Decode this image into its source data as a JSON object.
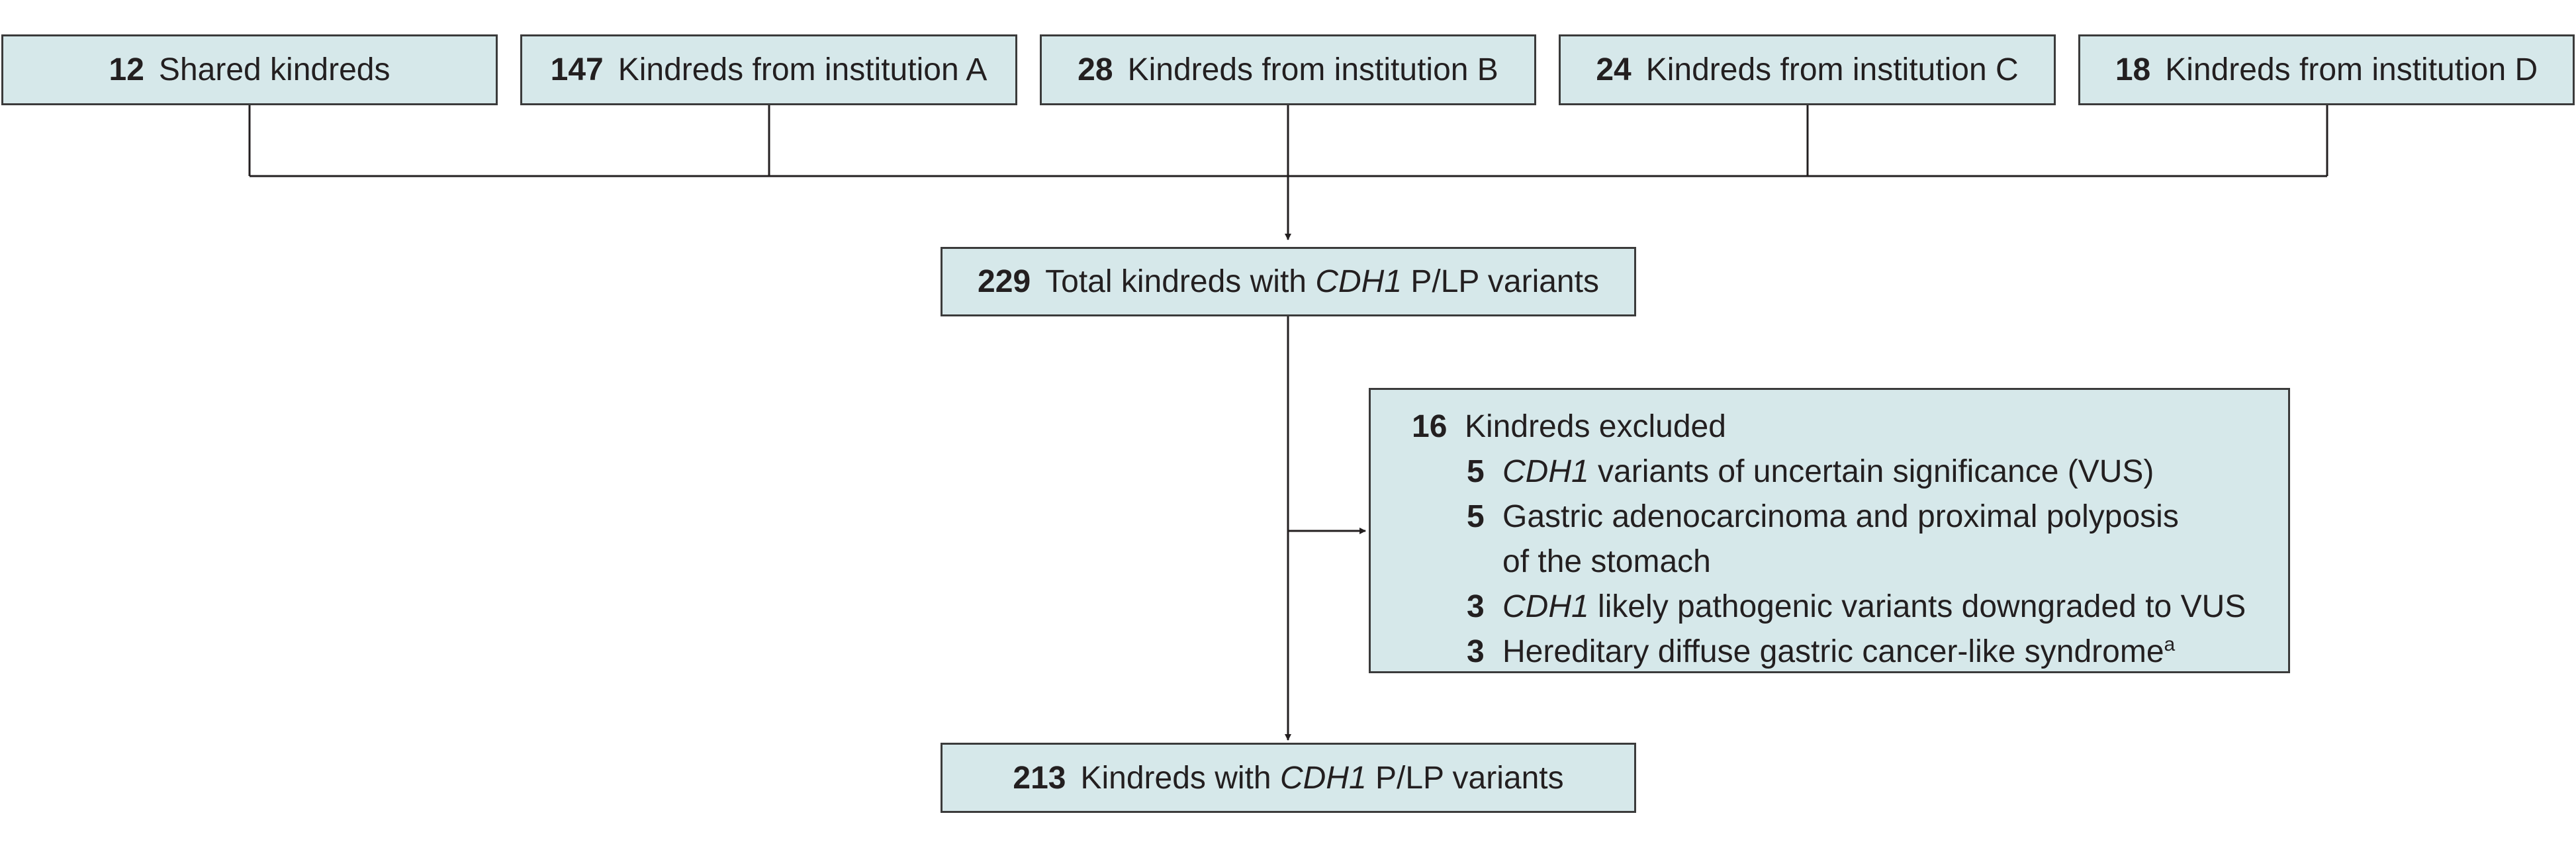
{
  "sources": [
    {
      "count": "12",
      "label": "Shared kindreds"
    },
    {
      "count": "147",
      "label": "Kindreds from institution A"
    },
    {
      "count": "28",
      "label": "Kindreds from institution B"
    },
    {
      "count": "24",
      "label": "Kindreds from institution C"
    },
    {
      "count": "18",
      "label": "Kindreds from institution D"
    }
  ],
  "total": {
    "count": "229",
    "pre": "Total kindreds with ",
    "gene": "CDH1",
    "post": " P/LP variants"
  },
  "excluded": {
    "count": "16",
    "label": "Kindreds excluded",
    "items": [
      {
        "count": "5",
        "gene": "CDH1",
        "text": " variants of uncertain significance (VUS)"
      },
      {
        "count": "5",
        "gene": "",
        "text": "Gastric adenocarcinoma and proximal polyposis",
        "text2": "of the stomach"
      },
      {
        "count": "3",
        "gene": "CDH1",
        "text": " likely pathogenic variants downgraded to VUS"
      },
      {
        "count": "3",
        "gene": "",
        "text": "Hereditary diffuse gastric cancer-like syndrome",
        "sup": "a"
      }
    ]
  },
  "final": {
    "count": "213",
    "pre": "Kindreds with ",
    "gene": "CDH1",
    "post": " P/LP variants"
  }
}
